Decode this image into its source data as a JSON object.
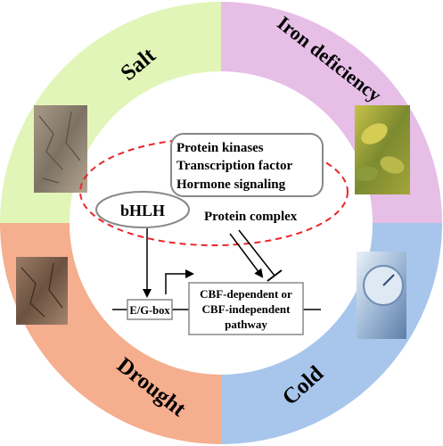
{
  "quadrants": {
    "top_left": {
      "label": "Salt",
      "color": "#E2F5B9"
    },
    "top_right": {
      "label": "Iron deficiency",
      "color": "#E6BEE6"
    },
    "bottom_left": {
      "label": "Drought",
      "color": "#F5AE8E"
    },
    "bottom_right": {
      "label": "Cold",
      "color": "#A8C6EC"
    }
  },
  "center": {
    "mechanisms": [
      "Protein kinases",
      "Transcription factor",
      "Hormone signaling"
    ],
    "bhlh": "bHLH",
    "protein_complex": "Protein complex",
    "ebox": "E/G-box",
    "pathway": [
      "CBF-dependent or",
      "CBF-independent",
      "pathway"
    ]
  },
  "colors": {
    "dashed_ellipse": "#E8262B",
    "box_stroke": "#888888",
    "arrow": "#000000"
  }
}
